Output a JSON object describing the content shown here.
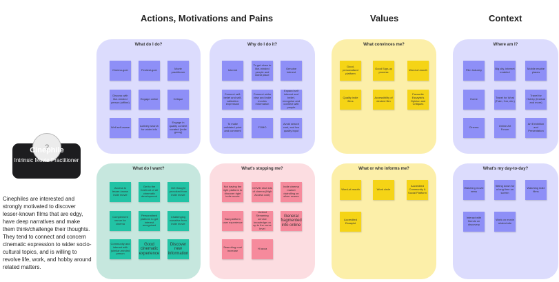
{
  "headers": {
    "amp": "Actions, Motivations and Pains",
    "values": "Values",
    "context": "Context"
  },
  "persona": {
    "avatar_glyph": "?",
    "name": "Cinephile",
    "role": "Intrinsic Movie Practitioner",
    "description": "Cinephiles are interested and strongly motivated to discover lesser-known films that are edgy, have deep narratives and make them think/challenge their thoughts. They tend to connect and concern cinematic expression to wider socio-cultural topics, and is willing to revolve life, work, and hobby around related matters."
  },
  "panels": {
    "what_do_i_do": {
      "title": "What do I do?",
      "notes": [
        "Cinema-goer",
        "Festival-goer",
        "Movie practitioner",
        "Discuss with like-minded person (offline)",
        "Engage online",
        "Critique",
        "Well self-aware",
        "Actively search for wider info",
        "Engage in quality content curated (Indie group)"
      ]
    },
    "why_do_i_do_it": {
      "title": "Why do I do it?",
      "notes": [
        "Interest",
        "To get close to like-minded people and latest place",
        "Genuine interest",
        "Connect self-belief and self-validation expression",
        "Connect wider view and indie movies information",
        "Expand self interest and belief, recognise and connect with people",
        "To make validated point and comment",
        "FOMO",
        "Avoid search cost, and low quality input"
      ]
    },
    "what_convinces_me": {
      "title": "What convinces me?",
      "notes": [
        "Good, personalised platform",
        "Good Sign-up process",
        "Word-of-mouth",
        "Quality indie films",
        "Accessibility of desired film",
        "Favourite Essayist's Opinion and Critiques"
      ]
    },
    "where_am_i": {
      "title": "Where am I?",
      "notes": [
        "Film Industry",
        "Big city, internet enabled",
        "Mobile enable places",
        "Home",
        "Travel for Work (Train, Car, etc.)",
        "Travel for Hobby (festival and more)",
        "Cinema",
        "Online Art Forum",
        "Art Exhibition and Presentation"
      ]
    },
    "what_do_i_want": {
      "title": "What do I want?",
      "notes": [
        "Access to lesser-known indie movie",
        "Get to the forefront of all cinematic development",
        "Get thought provoked from indie movie",
        "Complement venue for cinema",
        "Personalised platform to get interest recognised",
        "Challenging narrative from indie movie",
        "Community and interact with (similar-minded person",
        "Good cinematic experience",
        "Discover new information"
      ]
    },
    "whats_stopping_me": {
      "title": "What's stopping me?",
      "notes": [
        "Not having the right platform to discover right indie movie",
        "COVID shut lots of cinema (High Access cost)",
        "Indie cinema market dwindling on silver screen",
        "Bad platform user experience",
        "Limited Streaming service knowledge on up to the curve level",
        "General fragmented info online",
        "Searching cost increase",
        "Hi acca"
      ]
    },
    "who_informs_me": {
      "title": "What or who informs me?",
      "notes": [
        "Word-of-mouth",
        "Work circle",
        "Accredited Community & Social Platform",
        "Accredited Essayist"
      ]
    },
    "day_to_day": {
      "title": "What's my day-to-day?",
      "notes": [
        "Watching movie news",
        "Sitting down for a long time on screen",
        "Watching indie films",
        "Interact with friends on discovery",
        "Work on movie related site"
      ]
    }
  },
  "colors": {
    "panel_blue": "#dcdcfd",
    "panel_green": "#c6e7de",
    "panel_pink": "#fcdde1",
    "panel_yellow": "#fcefa9",
    "note_blue": "#8e8ff7",
    "note_green": "#22c3a5",
    "note_pink": "#f68a9c",
    "note_yellow": "#f5d416",
    "persona_card": "#1d1d1f"
  }
}
